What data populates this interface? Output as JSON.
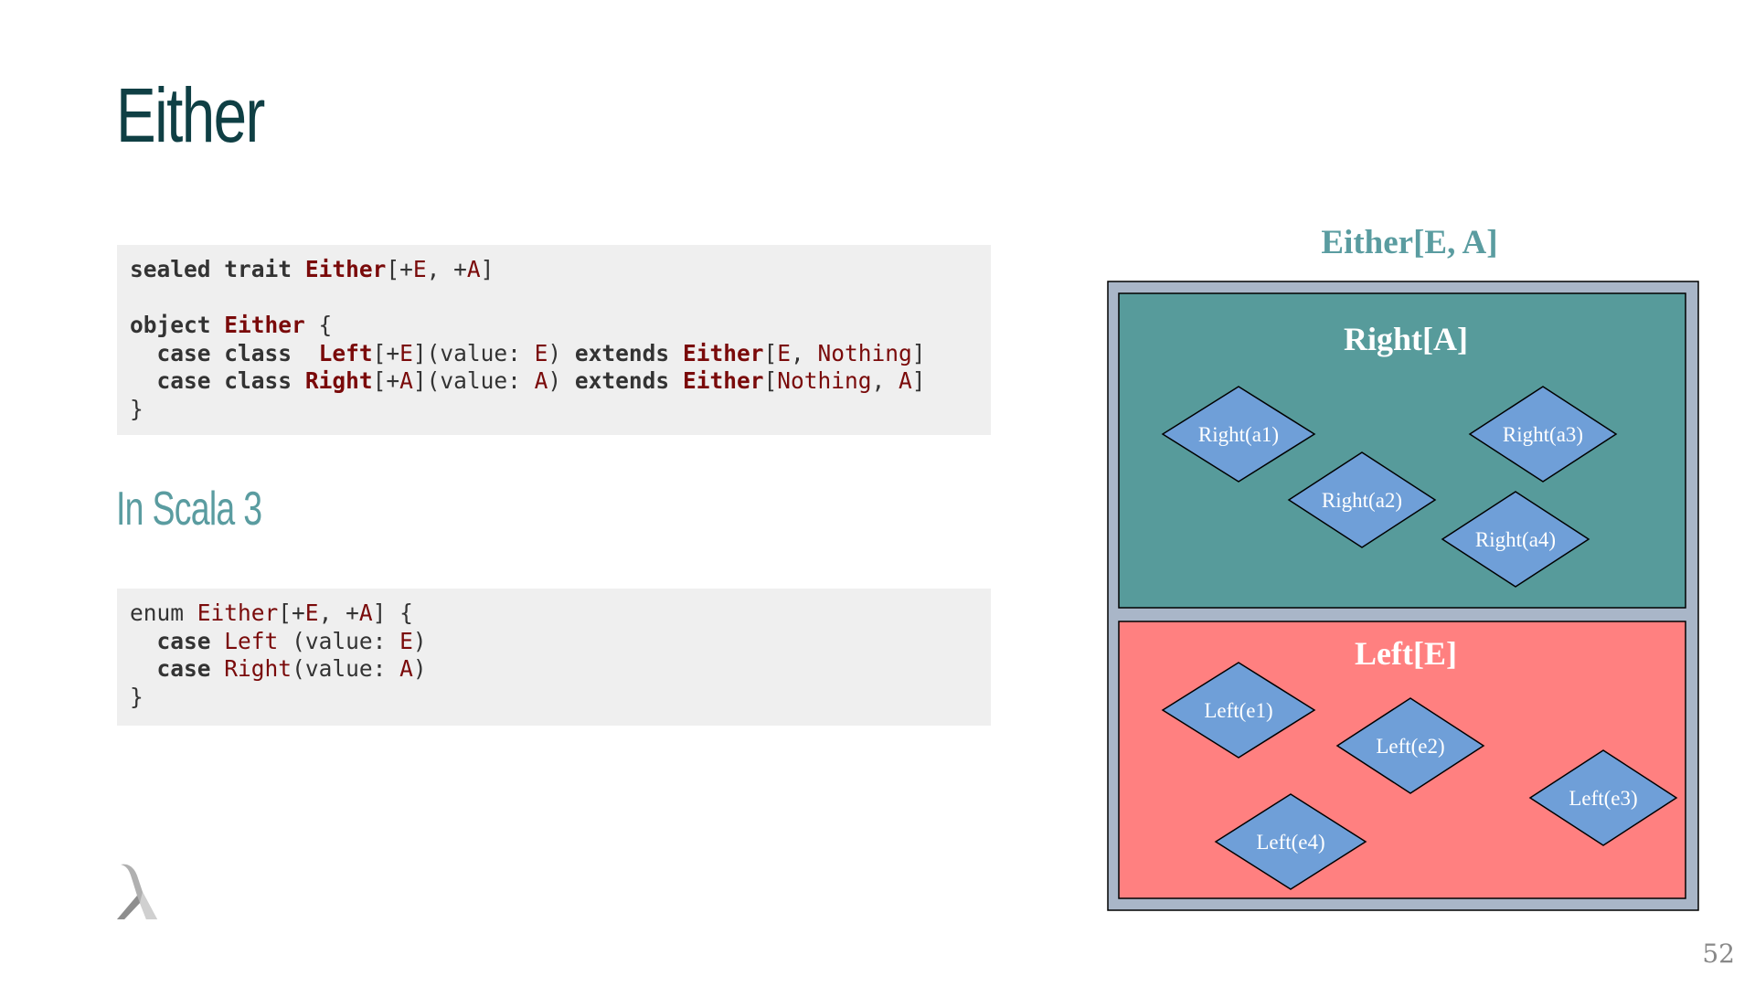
{
  "slide": {
    "title": "Either",
    "subtitle": "In Scala 3",
    "page_number": "52"
  },
  "code_block_1": {
    "lines": [
      [
        {
          "t": "sealed",
          "c": "kw"
        },
        {
          "t": " "
        },
        {
          "t": "trait",
          "c": "kw"
        },
        {
          "t": " "
        },
        {
          "t": "Either",
          "c": "tyb"
        },
        {
          "t": "[+"
        },
        {
          "t": "E",
          "c": "ty"
        },
        {
          "t": ", +"
        },
        {
          "t": "A",
          "c": "ty"
        },
        {
          "t": "]"
        }
      ],
      [],
      [
        {
          "t": "object",
          "c": "kw"
        },
        {
          "t": " "
        },
        {
          "t": "Either",
          "c": "tyb"
        },
        {
          "t": " {"
        }
      ],
      [
        {
          "t": "  "
        },
        {
          "t": "case",
          "c": "kw"
        },
        {
          "t": " "
        },
        {
          "t": "class",
          "c": "kw"
        },
        {
          "t": "  "
        },
        {
          "t": "Left",
          "c": "tyb"
        },
        {
          "t": "[+"
        },
        {
          "t": "E",
          "c": "ty"
        },
        {
          "t": "](value: "
        },
        {
          "t": "E",
          "c": "ty"
        },
        {
          "t": ") "
        },
        {
          "t": "extends",
          "c": "kw"
        },
        {
          "t": " "
        },
        {
          "t": "Either",
          "c": "tyb"
        },
        {
          "t": "["
        },
        {
          "t": "E",
          "c": "ty"
        },
        {
          "t": ", "
        },
        {
          "t": "Nothing",
          "c": "ty"
        },
        {
          "t": "]"
        }
      ],
      [
        {
          "t": "  "
        },
        {
          "t": "case",
          "c": "kw"
        },
        {
          "t": " "
        },
        {
          "t": "class",
          "c": "kw"
        },
        {
          "t": " "
        },
        {
          "t": "Right",
          "c": "tyb"
        },
        {
          "t": "[+"
        },
        {
          "t": "A",
          "c": "ty"
        },
        {
          "t": "](value: "
        },
        {
          "t": "A",
          "c": "ty"
        },
        {
          "t": ") "
        },
        {
          "t": "extends",
          "c": "kw"
        },
        {
          "t": " "
        },
        {
          "t": "Either",
          "c": "tyb"
        },
        {
          "t": "["
        },
        {
          "t": "Nothing",
          "c": "ty"
        },
        {
          "t": ", "
        },
        {
          "t": "A",
          "c": "ty"
        },
        {
          "t": "]"
        }
      ],
      [
        {
          "t": "}"
        }
      ]
    ]
  },
  "code_block_2": {
    "lines": [
      [
        {
          "t": "enum "
        },
        {
          "t": "Either",
          "c": "ty"
        },
        {
          "t": "[+"
        },
        {
          "t": "E",
          "c": "ty"
        },
        {
          "t": ", +"
        },
        {
          "t": "A",
          "c": "ty"
        },
        {
          "t": "] {"
        }
      ],
      [
        {
          "t": "  "
        },
        {
          "t": "case",
          "c": "kw"
        },
        {
          "t": " "
        },
        {
          "t": "Left",
          "c": "ty"
        },
        {
          "t": " (value: "
        },
        {
          "t": "E",
          "c": "ty"
        },
        {
          "t": ")"
        }
      ],
      [
        {
          "t": "  "
        },
        {
          "t": "case",
          "c": "kw"
        },
        {
          "t": " "
        },
        {
          "t": "Right",
          "c": "ty"
        },
        {
          "t": "(value: "
        },
        {
          "t": "A",
          "c": "ty"
        },
        {
          "t": ")"
        }
      ],
      [
        {
          "t": "}"
        }
      ]
    ]
  },
  "diagram": {
    "title": "Either[E, A]",
    "right_box": {
      "label": "Right[A]",
      "items": [
        "Right(a1)",
        "Right(a2)",
        "Right(a3)",
        "Right(a4)"
      ]
    },
    "left_box": {
      "label": "Left[E]",
      "items": [
        "Left(e1)",
        "Left(e2)",
        "Left(e3)",
        "Left(e4)"
      ]
    }
  },
  "colors": {
    "title": "#0f3f44",
    "subtitle": "#5a9ca0",
    "outer_box": "#a9b6c8",
    "right_box": "#579b9b",
    "left_box": "#ff8080",
    "diamond": "#6f9fd8"
  }
}
